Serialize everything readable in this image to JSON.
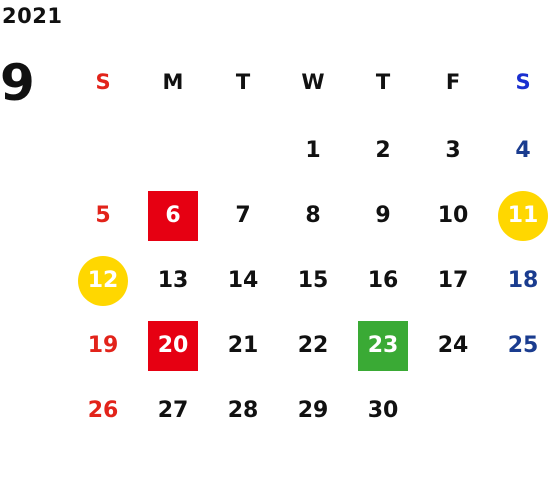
{
  "calendar": {
    "year": "2021",
    "month": "9",
    "weekdays": [
      "S",
      "M",
      "T",
      "W",
      "T",
      "F",
      "S"
    ],
    "first_weekday_index": 3,
    "days_in_month": 30,
    "colors": {
      "sunday": "#e2231a",
      "saturday": "#1a3c8f",
      "saturday_header": "#1a2fd0",
      "default": "#111111",
      "holiday_red": "#e60012",
      "highlight_yellow": "#ffd700",
      "highlight_green": "#3aaa35"
    },
    "highlights": [
      {
        "day": 6,
        "shape": "square",
        "color": "#e60012"
      },
      {
        "day": 11,
        "shape": "circle",
        "color": "#ffd700"
      },
      {
        "day": 12,
        "shape": "circle",
        "color": "#ffd700"
      },
      {
        "day": 20,
        "shape": "square",
        "color": "#e60012"
      },
      {
        "day": 23,
        "shape": "square",
        "color": "#3aaa35"
      }
    ]
  }
}
